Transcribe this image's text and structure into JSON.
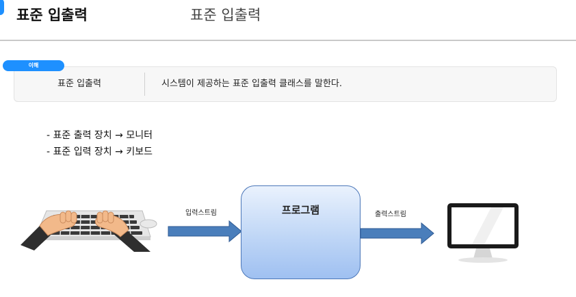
{
  "header": {
    "title": "표준 입출력",
    "subtitle": "표준 입출력"
  },
  "definition": {
    "tag": "이해",
    "term": "표준 입출력",
    "text": "시스템이 제공하는 표준 입출력 클래스를 말한다."
  },
  "bullets": [
    "- 표준 출력 장치 → 모니터",
    "- 표준 입력 장치 → 키보드"
  ],
  "diagram": {
    "input_label": "입력스트림",
    "program_label": "프로그램",
    "output_label": "출력스트림",
    "input_device_icon": "keyboard-typing-icon",
    "output_device_icon": "monitor-icon",
    "colors": {
      "accent": "#1e90ff",
      "arrow": "#4a7ebb",
      "arrow_border": "#2f5a93"
    }
  }
}
